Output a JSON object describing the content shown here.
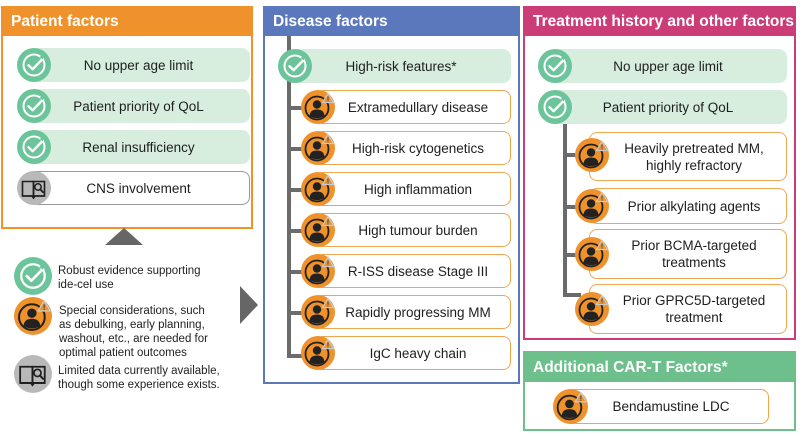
{
  "colors": {
    "patient": "#f0922b",
    "disease": "#5b78bd",
    "treatment": "#cc3d78",
    "additional": "#6dc08b",
    "green_fill": "#d7eedf",
    "check_circle": "#6cc49a",
    "orange_icon": "#f0922b",
    "gray_icon": "#b9b9b9",
    "connector": "#6b6b6b"
  },
  "patient_factors": {
    "title": "Patient factors",
    "items": [
      {
        "label": "No upper age limit",
        "icon": "check-icon",
        "type": "robust"
      },
      {
        "label": "Patient priority of QoL",
        "icon": "check-icon",
        "type": "robust"
      },
      {
        "label": "Renal insufficiency",
        "icon": "check-icon",
        "type": "robust"
      },
      {
        "label": "CNS involvement",
        "icon": "book-search-icon",
        "type": "limited"
      }
    ]
  },
  "disease_factors": {
    "title": "Disease factors",
    "parent": {
      "label": "High-risk features*",
      "icon": "check-icon",
      "type": "robust"
    },
    "items": [
      {
        "label": "Extramedullary disease",
        "icon": "person-warning-icon",
        "type": "special"
      },
      {
        "label": "High-risk cytogenetics",
        "icon": "person-warning-icon",
        "type": "special"
      },
      {
        "label": "High inflammation",
        "icon": "person-warning-icon",
        "type": "special"
      },
      {
        "label": "High tumour burden",
        "icon": "person-warning-icon",
        "type": "special"
      },
      {
        "label": "R-ISS disease Stage III",
        "icon": "person-warning-icon",
        "type": "special"
      },
      {
        "label": "Rapidly progressing MM",
        "icon": "person-warning-icon",
        "type": "special"
      },
      {
        "label": "IgC heavy chain",
        "icon": "person-warning-icon",
        "type": "special"
      }
    ]
  },
  "treatment_factors": {
    "title": "Treatment history and other factors",
    "top_items": [
      {
        "label": "No upper age limit",
        "icon": "check-icon",
        "type": "robust"
      },
      {
        "label": "Patient priority of QoL",
        "icon": "check-icon",
        "type": "robust"
      }
    ],
    "sub_items": [
      {
        "line1": "Heavily pretreated MM,",
        "line2": "highly refractory",
        "icon": "person-warning-icon",
        "type": "special"
      },
      {
        "line1": "Prior alkylating agents",
        "line2": "",
        "icon": "person-warning-icon",
        "type": "special"
      },
      {
        "line1": "Prior BCMA-targeted",
        "line2": "treatments",
        "icon": "person-warning-icon",
        "type": "special"
      },
      {
        "line1": "Prior GPRC5D-targeted",
        "line2": "treatment",
        "icon": "person-warning-icon",
        "type": "special"
      }
    ]
  },
  "additional_factors": {
    "title": "Additional CAR-T Factors*",
    "items": [
      {
        "label": "Bendamustine LDC",
        "icon": "person-warning-icon",
        "type": "special"
      }
    ]
  },
  "legend": [
    {
      "icon": "check-icon",
      "line1": "Robust evidence supporting",
      "line2": "ide-cel use",
      "line3": "",
      "line4": ""
    },
    {
      "icon": "person-warning-icon",
      "line1": "Special considerations, such",
      "line2": "as debulking, early planning,",
      "line3": "washout, etc., are needed for",
      "line4": "optimal patient outcomes"
    },
    {
      "icon": "book-search-icon",
      "line1": "Limited data currently available,",
      "line2": "though some experience exists.",
      "line3": "",
      "line4": ""
    }
  ]
}
